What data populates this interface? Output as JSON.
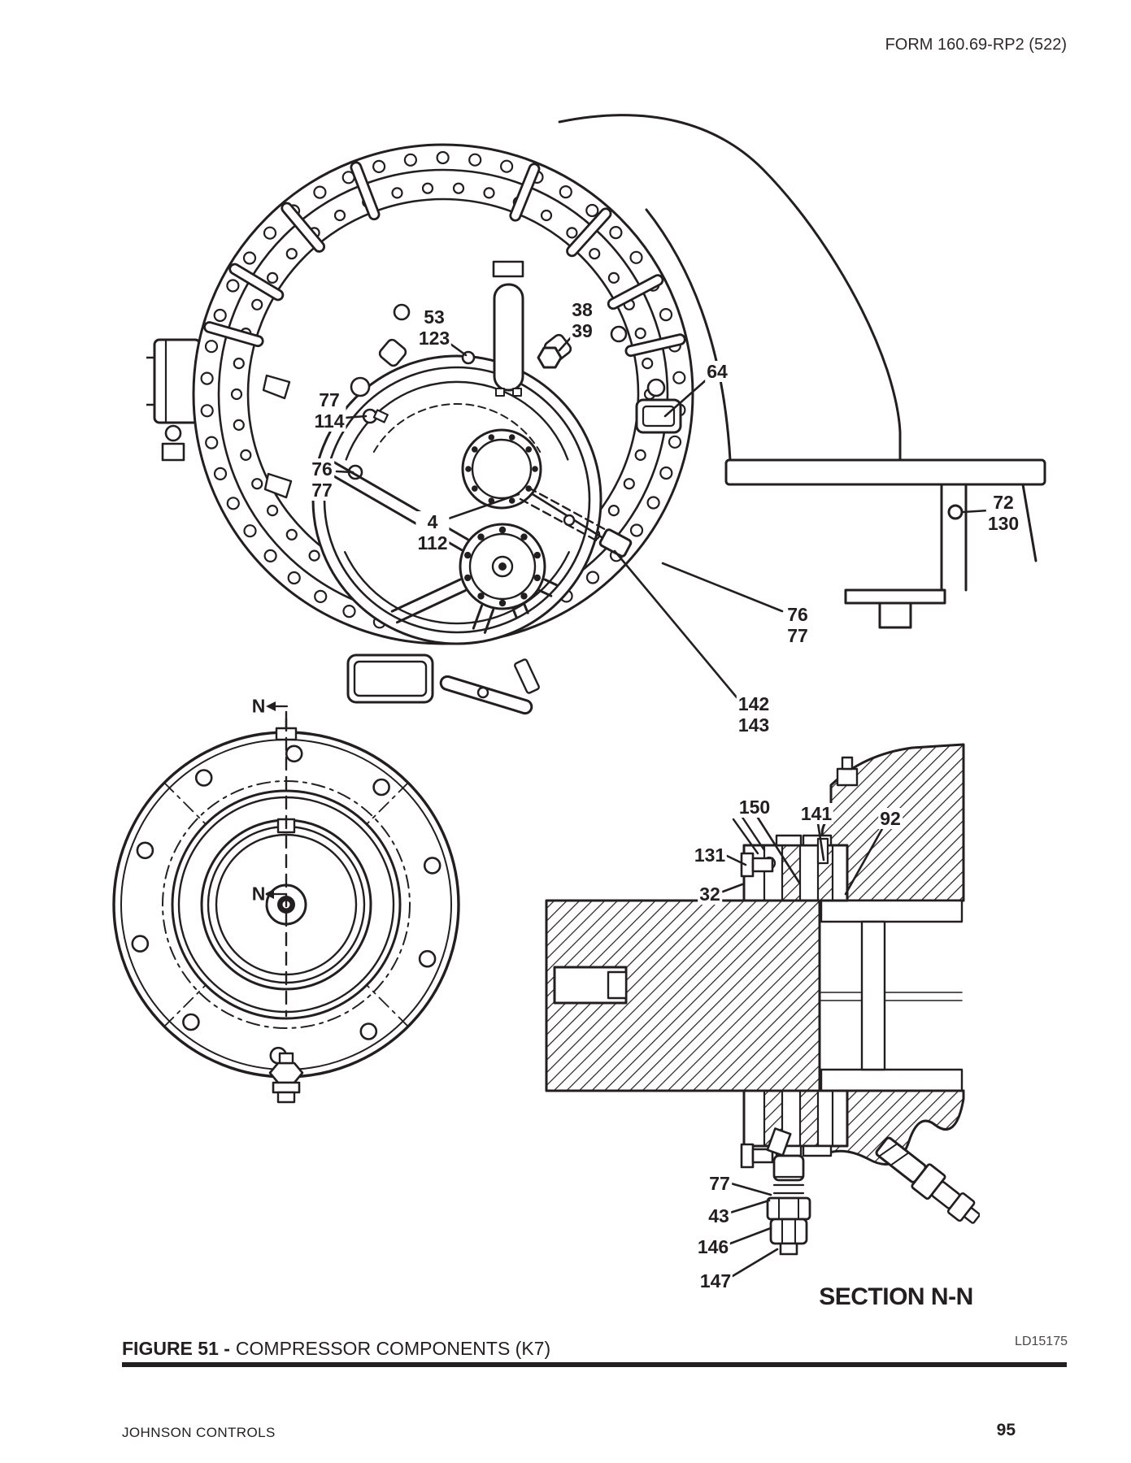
{
  "header": {
    "form_number": "FORM 160.69-RP2 (522)"
  },
  "figure": {
    "main_view": {
      "callouts": [
        {
          "id": "53-123",
          "text": "53\n123"
        },
        {
          "id": "38-39",
          "text": "38\n39"
        },
        {
          "id": "64",
          "text": "64"
        },
        {
          "id": "77-114",
          "text": "77\n114"
        },
        {
          "id": "76-77-left",
          "text": "76\n77"
        },
        {
          "id": "4-112",
          "text": "4\n112"
        },
        {
          "id": "72-130",
          "text": "72\n130"
        },
        {
          "id": "76-77-right",
          "text": "76\n77"
        },
        {
          "id": "142-143",
          "text": "142\n143"
        }
      ]
    },
    "end_view": {
      "marks": [
        {
          "text": "N"
        },
        {
          "text": "N"
        }
      ]
    },
    "section_view": {
      "title": "SECTION N-N",
      "callouts": [
        {
          "id": "150",
          "text": "150"
        },
        {
          "id": "141",
          "text": "141"
        },
        {
          "id": "92",
          "text": "92"
        },
        {
          "id": "131",
          "text": "131"
        },
        {
          "id": "32",
          "text": "32"
        },
        {
          "id": "77",
          "text": "77"
        },
        {
          "id": "43",
          "text": "43"
        },
        {
          "id": "146",
          "text": "146"
        },
        {
          "id": "147",
          "text": "147"
        }
      ]
    }
  },
  "caption": {
    "label": "FIGURE 51 -",
    "title": "COMPRESSOR COMPONENTS (K7)",
    "code": "LD15175"
  },
  "footer": {
    "company": "JOHNSON CONTROLS",
    "page_number": "95"
  },
  "colors": {
    "ink": "#231f20",
    "paper": "#ffffff"
  }
}
